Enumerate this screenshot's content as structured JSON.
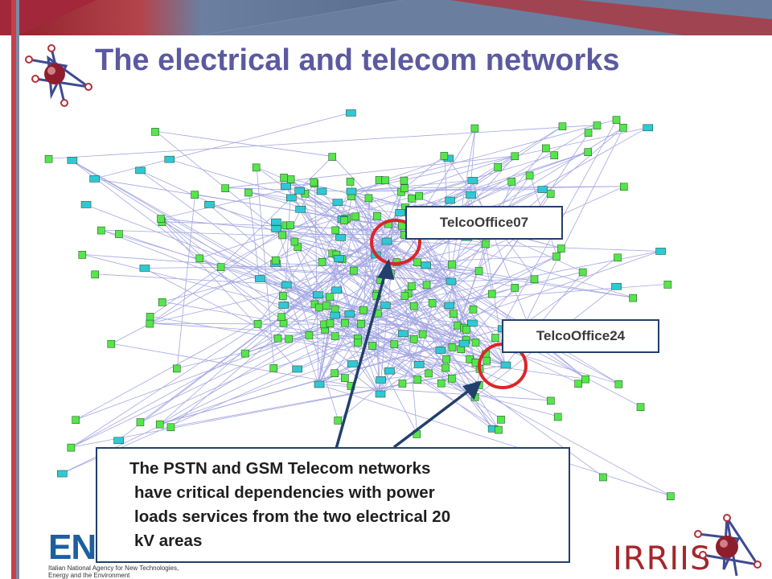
{
  "slide": {
    "title": "The electrical and telecom networks"
  },
  "callouts": {
    "telco07": "TelcoOffice07",
    "telco24": "TelcoOffice24"
  },
  "info_box": {
    "line1": "The PSTN and GSM Telecom networks",
    "line2": "have critical dependencies with power",
    "line3": "loads services from the two electrical 20",
    "line4": "kV areas"
  },
  "logos": {
    "enea_word": "EN",
    "enea_caption1": "Italian National Agency for New Technologies,",
    "enea_caption2": "Energy and the Environment",
    "irriis_word": "IRRIIS"
  },
  "colors": {
    "title": "#5b5aa0",
    "electrical_node": "#55e64b",
    "telecom_node": "#2ec9d8",
    "edge": "#8f92d8",
    "highlight_circle": "#d9262b",
    "callout_border": "#22406a"
  }
}
